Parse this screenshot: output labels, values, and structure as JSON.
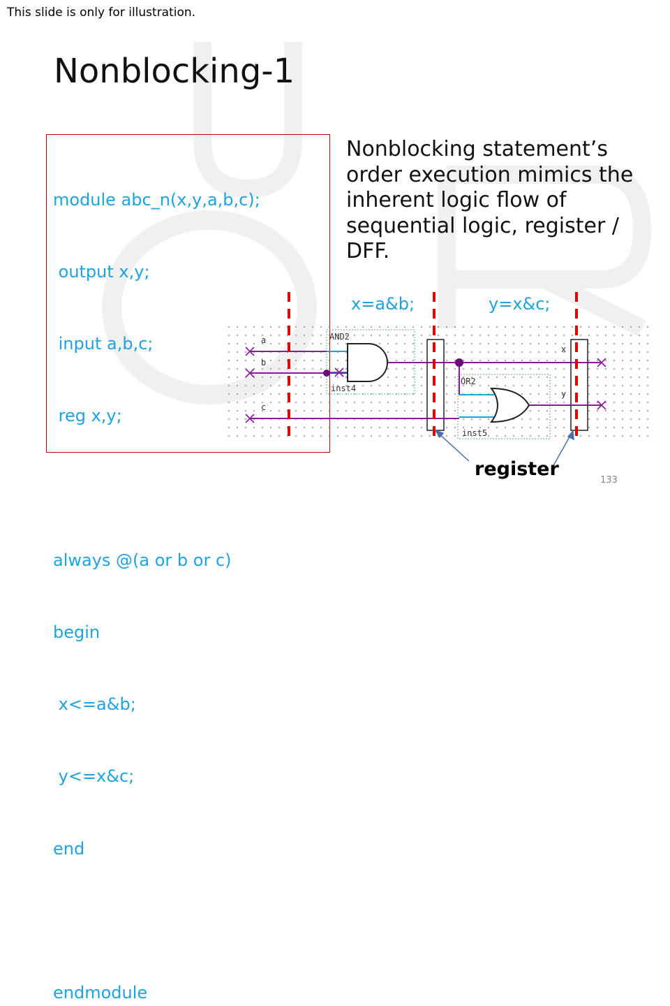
{
  "header_note": "This slide is only for illustration.",
  "title": "Nonblocking-1",
  "code_lines": [
    "module abc_n(x,y,a,b,c);",
    " output x,y;",
    " input a,b,c;",
    " reg x,y;",
    "",
    "always @(a or b or c)",
    "begin",
    " x<=a&b;",
    " y<=x&c;",
    "end",
    "",
    "endmodule"
  ],
  "description": "Nonblocking statement’s order execution mimics the inherent logic flow of sequential logic, register / DFF.",
  "assign_labels": {
    "x": "x=a&b;",
    "y": "y=x&c;"
  },
  "schematic": {
    "inputs": [
      "a",
      "b",
      "c"
    ],
    "outputs": [
      "x",
      "y"
    ],
    "and_gate": {
      "type": "AND2",
      "instance": "inst4"
    },
    "or_gate": {
      "type": "OR2",
      "instance": "inst5"
    }
  },
  "register_label": "register",
  "page_number": "133",
  "colors": {
    "code": "#1ea2e0",
    "code_border": "#c00000",
    "wire": "#8a1a9a",
    "dashed_line": "#e00000",
    "watermark": "#f0f0f0",
    "arrow": "#4a6fb0"
  }
}
